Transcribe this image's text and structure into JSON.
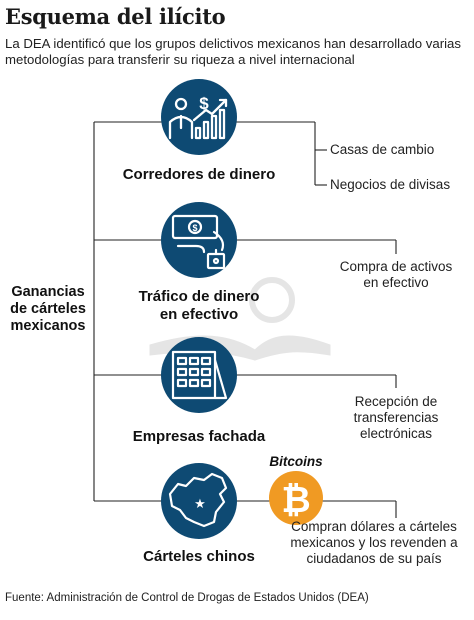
{
  "header": {
    "title": "Esquema del ilícito",
    "subtitle": "La DEA identificó que los grupos delictivos mexicanos han desarrollado varias metodologías para transferir su riqueza a nivel internacional"
  },
  "root": {
    "label": "Ganancias de cárteles mexicanos"
  },
  "methods": [
    {
      "label": "Corredores de dinero",
      "icon": "money-broker-icon",
      "details": [
        "Casas de cambio",
        "Negocios de divisas"
      ]
    },
    {
      "label": "Tráfico de dinero en efectivo",
      "icon": "cash-trafficking-icon",
      "details": [
        "Compra de activos en efectivo"
      ]
    },
    {
      "label": "Empresas fachada",
      "icon": "front-company-building-icon",
      "details": [
        "Recepción de transferencias electrónicas"
      ]
    },
    {
      "label": "Cárteles chinos",
      "icon": "china-map-icon",
      "details": [
        "Compran dólares a cárteles mexicanos y los revenden a ciudadanos de su país"
      ]
    }
  ],
  "bitcoin": {
    "label": "Bitcoins",
    "icon": "bitcoin-icon",
    "symbol": "₿"
  },
  "icon_glyphs": {
    "dollar": "$",
    "star": "★"
  },
  "source": "Fuente: Administración de Control de Drogas de Estados Unidos (DEA)",
  "colors": {
    "circle": "#0e4a73",
    "bitcoin": "#f09a23",
    "lines": "#222222",
    "watermark": "#e5e5e5"
  }
}
